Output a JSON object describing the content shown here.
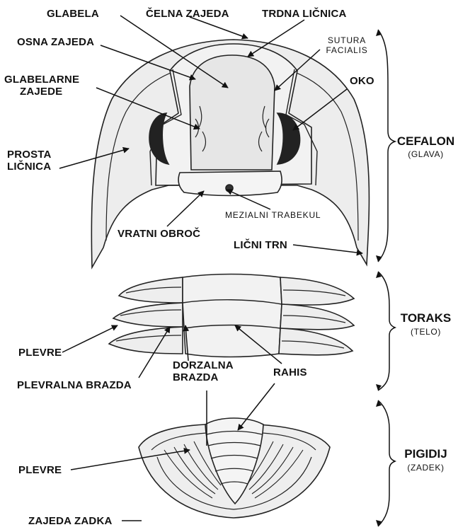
{
  "labels": {
    "glabela": "GLABELA",
    "celna_zajeda": "ČELNA ZAJEDA",
    "trdna_licnica": "TRDNA LIČNICA",
    "osna_zajeda": "OSNA ZAJEDA",
    "sutura_line1": "SUTURA",
    "sutura_line2": "FACIALIS",
    "glabelarne_line1": "GLABELARNE",
    "glabelarne_line2": "ZAJEDE",
    "oko": "OKO",
    "prosta_line1": "PROSTA",
    "prosta_line2": "LIČNICA",
    "mezialni_trabekul": "MEZIALNI TRABEKUL",
    "vratni_obroc": "VRATNI OBROČ",
    "licni_trn": "LIČNI TRN",
    "plevre_top": "PLEVRE",
    "plevralna_brazda": "PLEVRALNA BRAZDA",
    "dorzalna_line1": "DORZALNA",
    "dorzalna_line2": "BRAZDA",
    "rahis": "RAHIS",
    "plevre_bottom": "PLEVRE",
    "zajeda_zadka": "ZAJEDA ZADKA"
  },
  "sections": {
    "cefalon": "CEFALON",
    "cefalon_sub": "(GLAVA)",
    "toraks": "TORAKS",
    "toraks_sub": "(TELO)",
    "pigidij": "PIGIDIJ",
    "pigidij_sub": "(ZADEK)"
  }
}
